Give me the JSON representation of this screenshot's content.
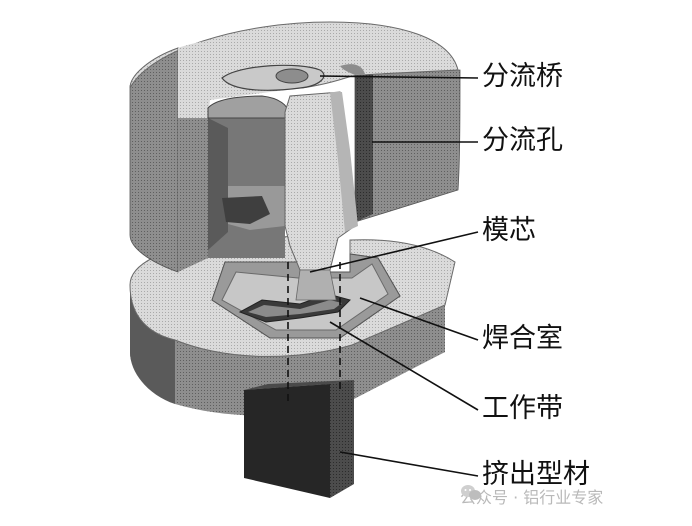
{
  "labels": {
    "bridge": "分流桥",
    "port": "分流孔",
    "mandrel": "模芯",
    "welding_chamber": "焊合室",
    "bearing": "工作带",
    "extrudate": "挤出型材"
  },
  "watermark": "公众号 · 铝行业专家"
}
